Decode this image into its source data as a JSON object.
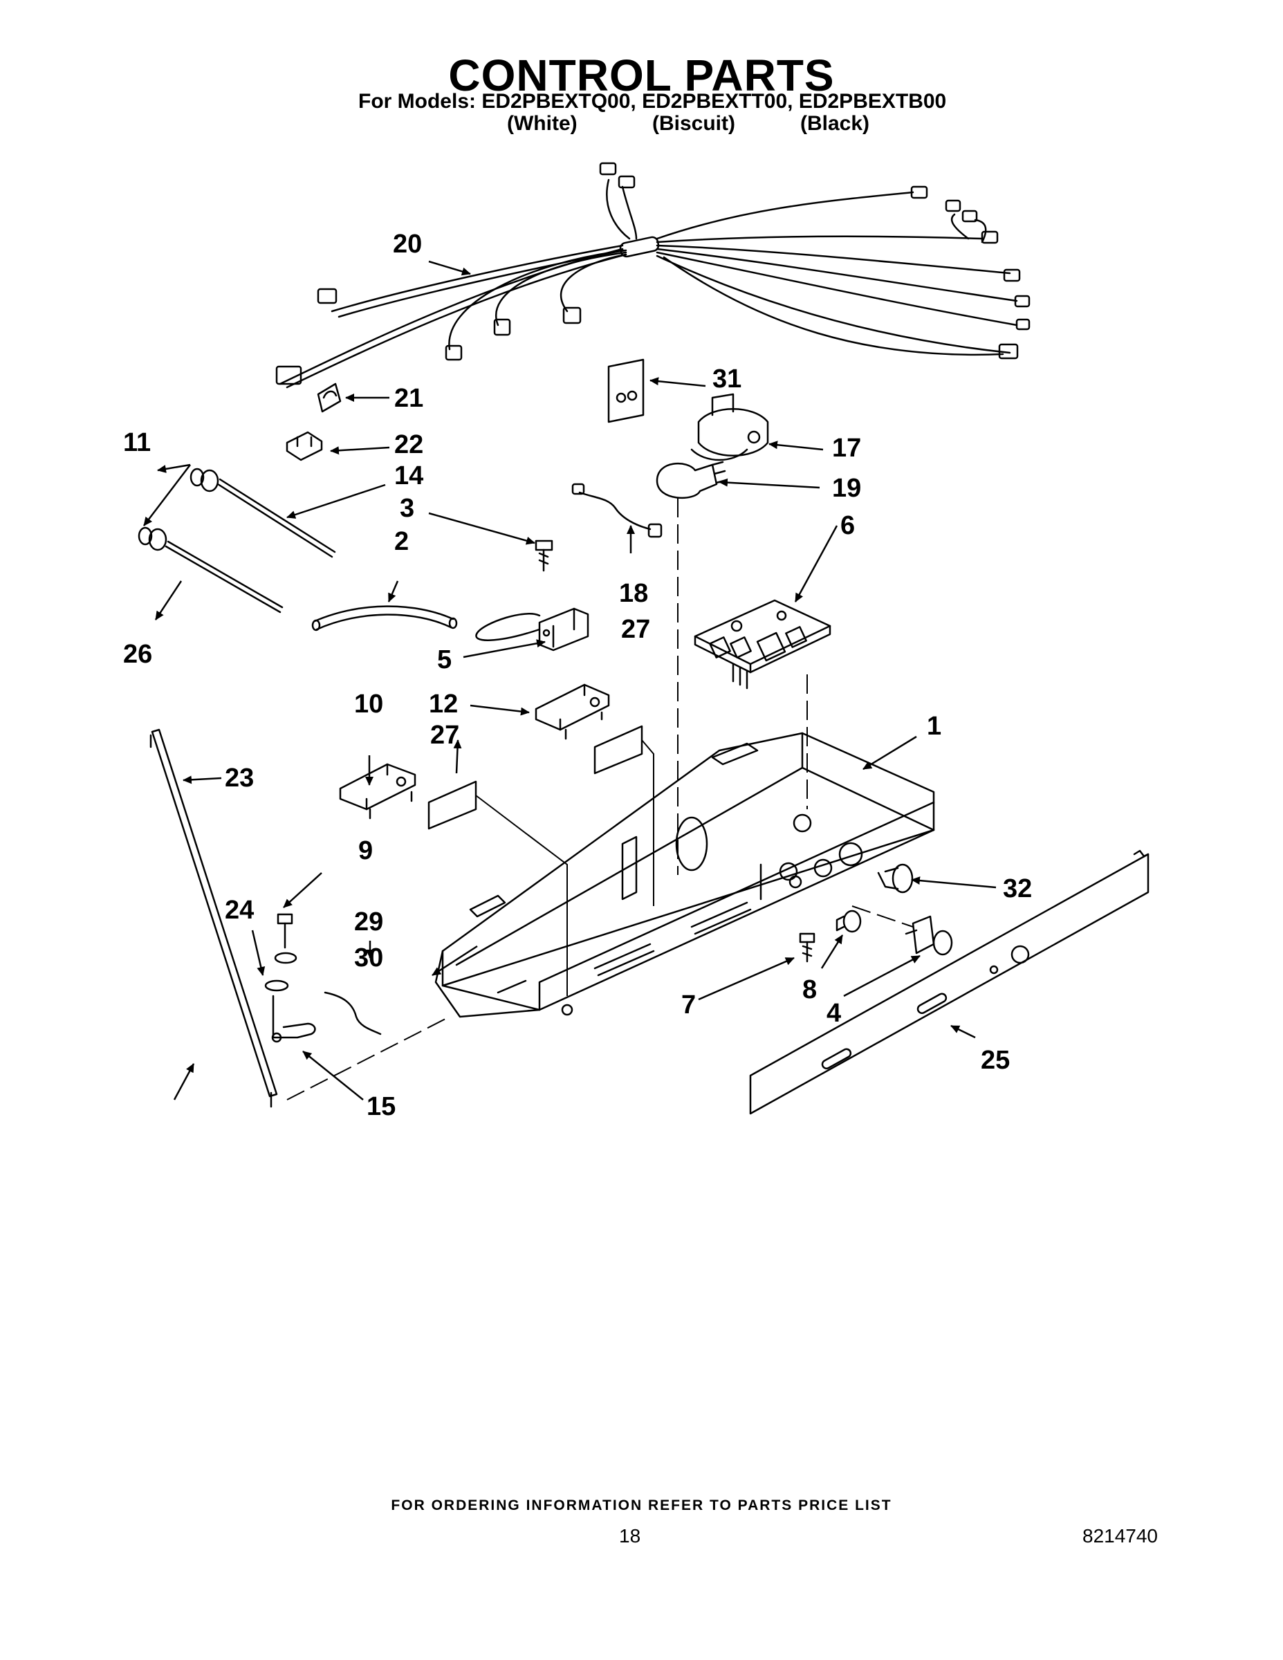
{
  "header": {
    "title": "CONTROL PARTS",
    "models_line": "For Models: ED2PBEXTQ00, ED2PBEXTT00, ED2PBEXTB00",
    "variants": [
      "(White)",
      "(Biscuit)",
      "(Black)"
    ]
  },
  "callouts": {
    "c1": "1",
    "c2": "2",
    "c3": "3",
    "c4": "4",
    "c5": "5",
    "c6": "6",
    "c7": "7",
    "c8": "8",
    "c9": "9",
    "c10": "10",
    "c11": "11",
    "c12": "12",
    "c14": "14",
    "c15": "15",
    "c17": "17",
    "c18": "18",
    "c19": "19",
    "c20": "20",
    "c21": "21",
    "c22": "22",
    "c23": "23",
    "c24": "24",
    "c25": "25",
    "c26": "26",
    "c27a": "27",
    "c27b": "27",
    "c29": "29",
    "c30": "30",
    "c31": "31",
    "c32": "32"
  },
  "footer": {
    "ordering_note": "FOR ORDERING INFORMATION REFER TO PARTS PRICE LIST",
    "page_number": "18",
    "document_number": "8214740"
  }
}
